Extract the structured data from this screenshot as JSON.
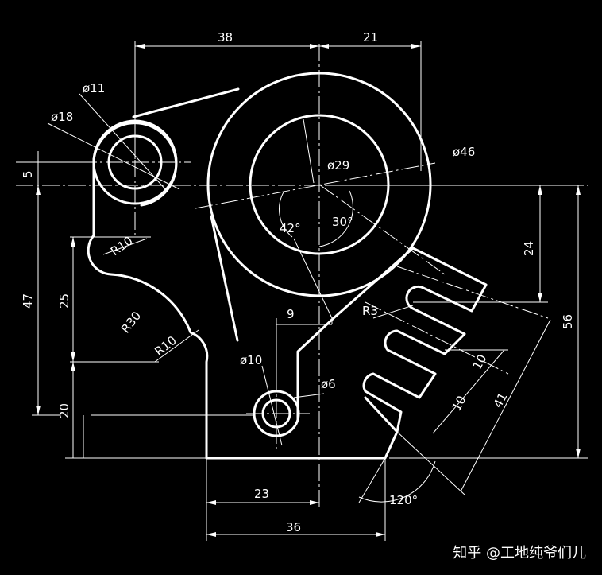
{
  "dimensions": {
    "width_38": "38",
    "width_21": "21",
    "dia_11": "ø11",
    "dia_18": "ø18",
    "offset_5": "5",
    "dia_29": "ø29",
    "dia_46": "ø46",
    "angle_42": "42°",
    "angle_30": "30°",
    "radius_10_upper": "R10",
    "height_47": "47",
    "height_25": "25",
    "radius_30": "R30",
    "radius_10_lower": "R10",
    "height_20": "20",
    "width_9": "9",
    "dia_10": "ø10",
    "dia_6": "ø6",
    "radius_3": "R3",
    "height_24": "24",
    "height_56": "56",
    "spacing_10_a": "10",
    "spacing_10_b": "10",
    "length_41": "41",
    "width_23": "23",
    "width_36": "36",
    "angle_120": "120°"
  },
  "watermark": "知乎 @工地纯爷们儿"
}
